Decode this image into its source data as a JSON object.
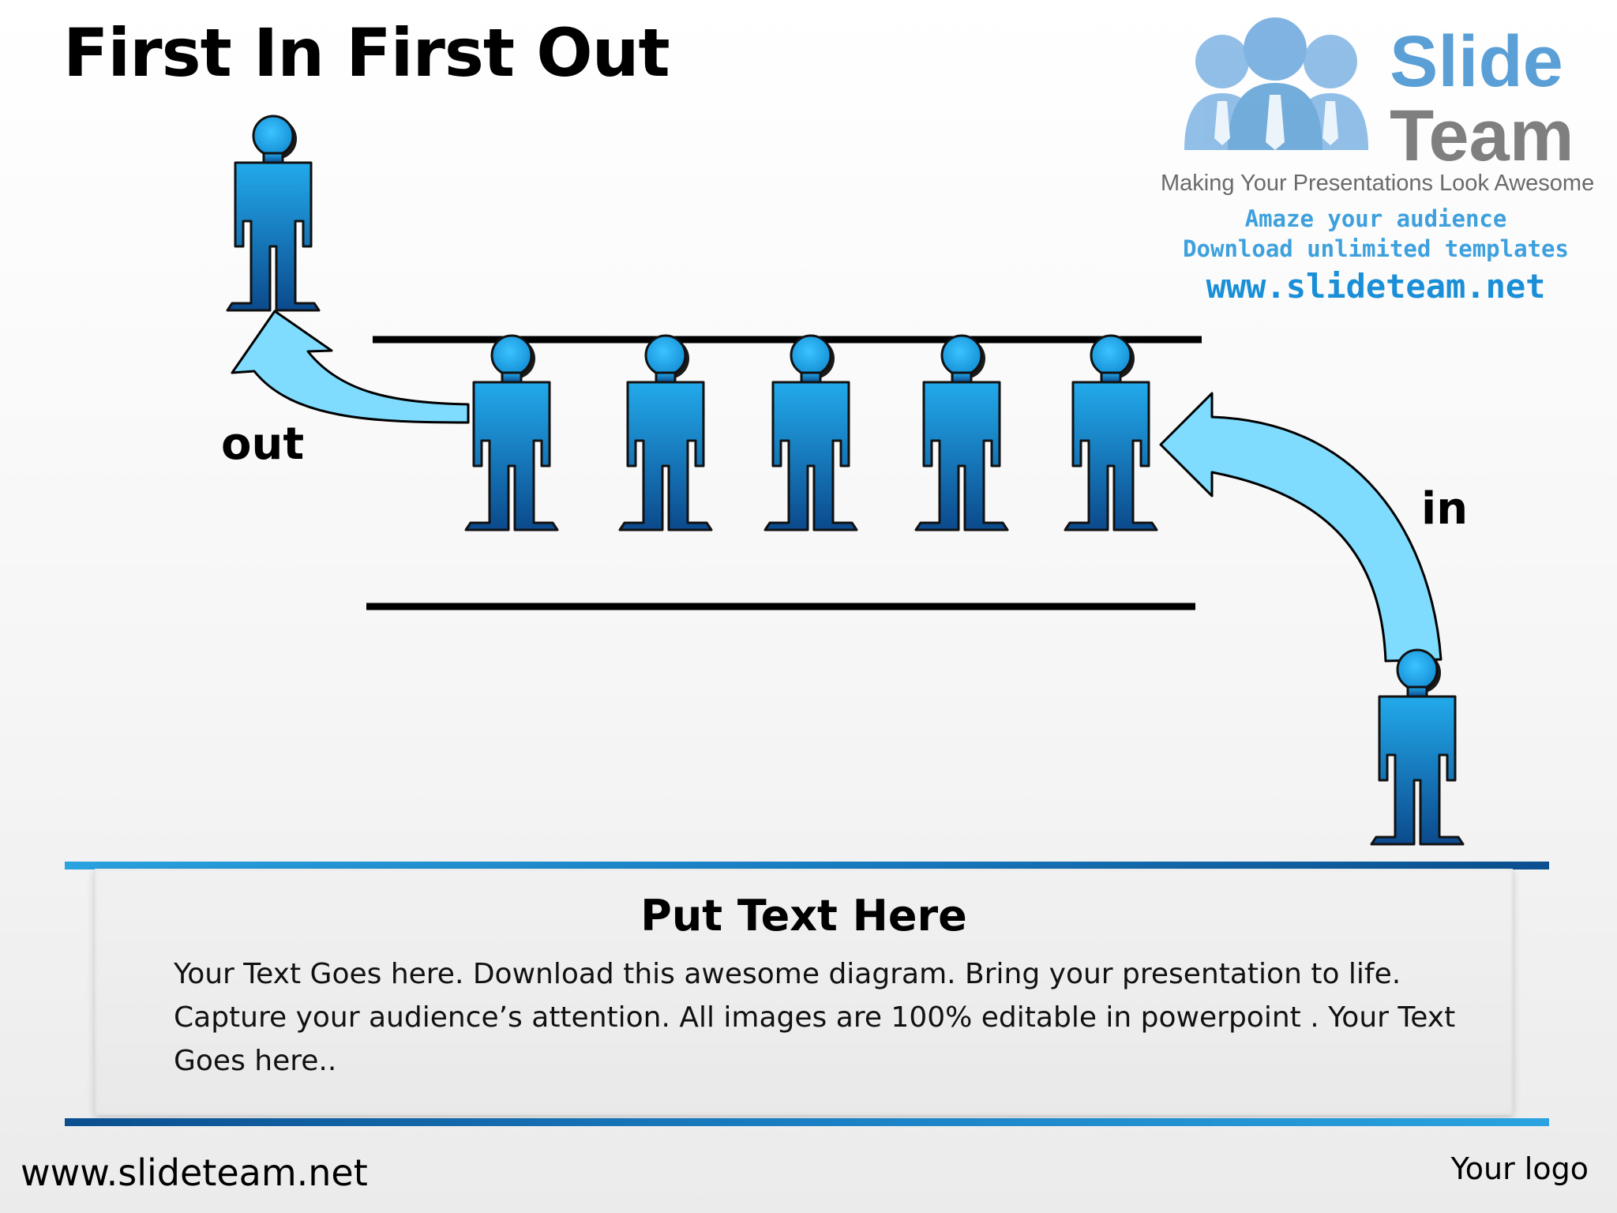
{
  "slide": {
    "title": "First In First Out",
    "label_out": "out",
    "label_in": "in"
  },
  "logo": {
    "word1": "Slide",
    "word2": "Team",
    "tagline": "Making Your Presentations Look Awesome",
    "promo_line1": "Amaze your audience",
    "promo_line2": "Download unlimited templates",
    "url": "www.slideteam.net"
  },
  "textbox": {
    "heading": "Put Text Here",
    "body": "Your Text Goes here. Download this awesome diagram. Bring your presentation to life. Capture your audience’s attention. All images are 100% editable in powerpoint . Your Text Goes here.."
  },
  "footer": {
    "url": "www.slideteam.net",
    "logo_placeholder": "Your logo"
  },
  "colors": {
    "figure_top": "#1a9ee0",
    "figure_bottom": "#0b4a8c",
    "arrow_fill": "#80dcff",
    "accent": "#1a7fc4"
  },
  "icons": {
    "person": "person-icon",
    "arrow_out": "curved-arrow-out",
    "arrow_in": "curved-arrow-in"
  }
}
